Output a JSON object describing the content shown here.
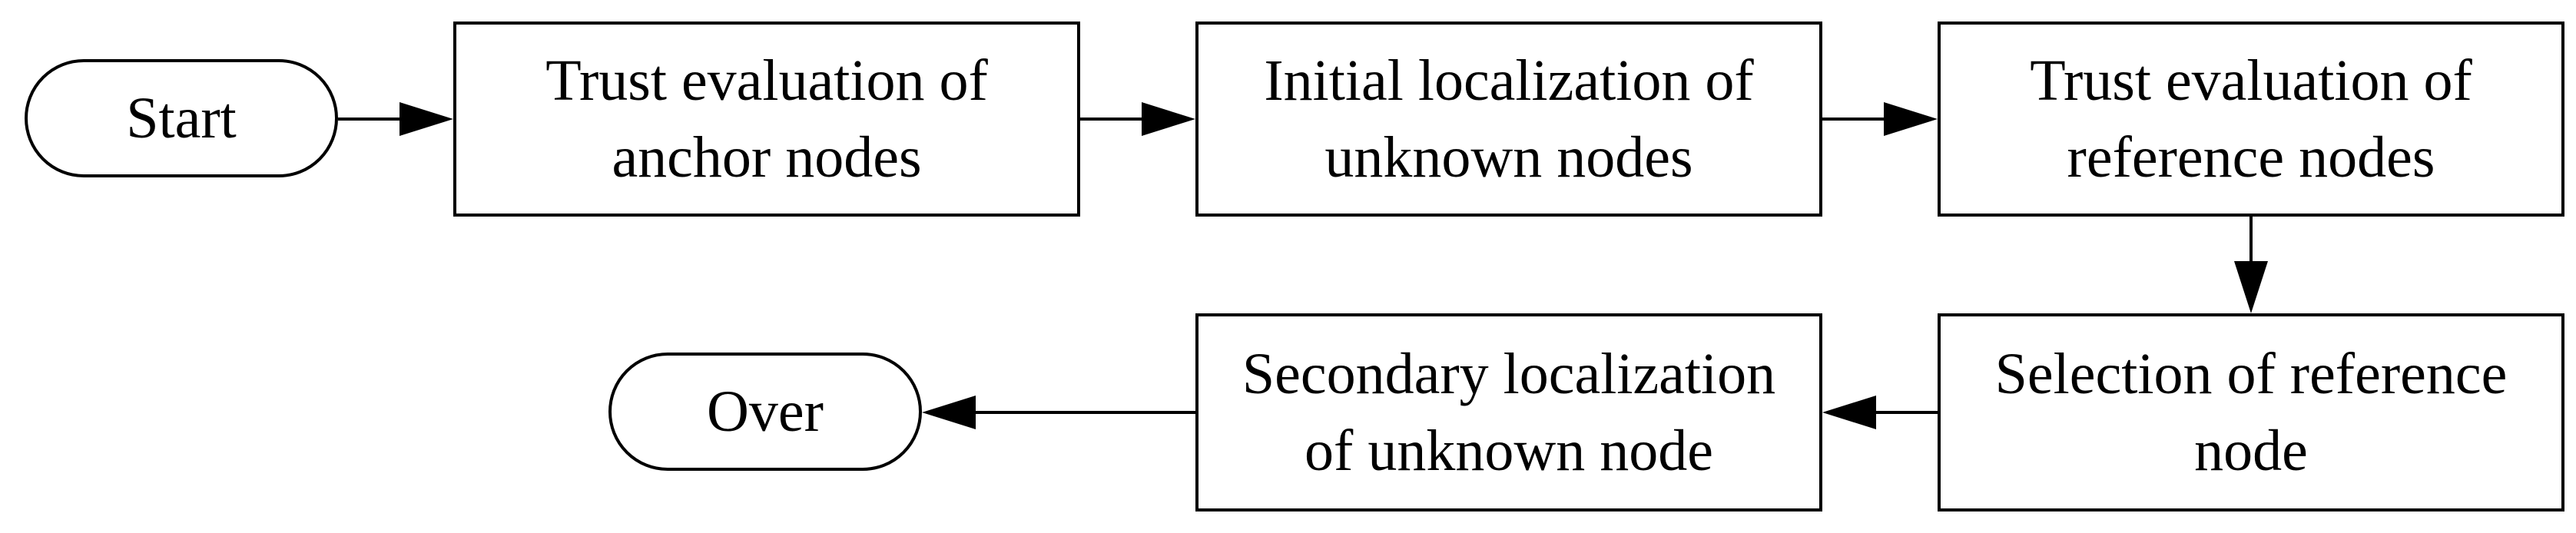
{
  "diagram": {
    "nodes": {
      "start": "Start",
      "trust_anchor": "Trust evaluation of\nanchor nodes",
      "initial_localization": "Initial localization of\nunknown nodes",
      "trust_reference": "Trust evaluation of\nreference nodes",
      "selection_reference": "Selection of reference\nnode",
      "secondary_localization": "Secondary localization\nof unknown node",
      "over": "Over"
    }
  }
}
